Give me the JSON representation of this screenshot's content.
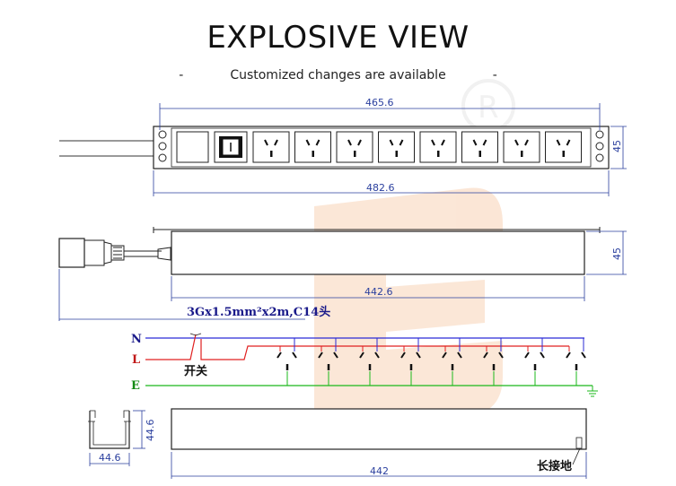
{
  "header": {
    "title": "EXPLOSIVE VIEW",
    "subtitle_dash_left": "-",
    "subtitle": "Customized changes are available",
    "subtitle_dash_right": "-"
  },
  "front_view": {
    "dim_top": "465.6",
    "dim_bottom": "482.6",
    "dim_height": "45",
    "outlet_count": 8
  },
  "side_view": {
    "dim_length": "442.6",
    "dim_height": "45",
    "cable_spec": "3Gx1.5mm²x2m,C14头"
  },
  "wiring": {
    "neutral_label": "N",
    "live_label": "L",
    "earth_label": "E",
    "switch_label": "开关",
    "colors": {
      "neutral": "#2b2bd6",
      "live": "#e02020",
      "earth": "#1bb81b"
    }
  },
  "bottom_view": {
    "profile_width": "44.6",
    "profile_height": "44.6",
    "length": "442",
    "ground_label": "长接地"
  },
  "watermark": {
    "registered_mark": "R"
  }
}
